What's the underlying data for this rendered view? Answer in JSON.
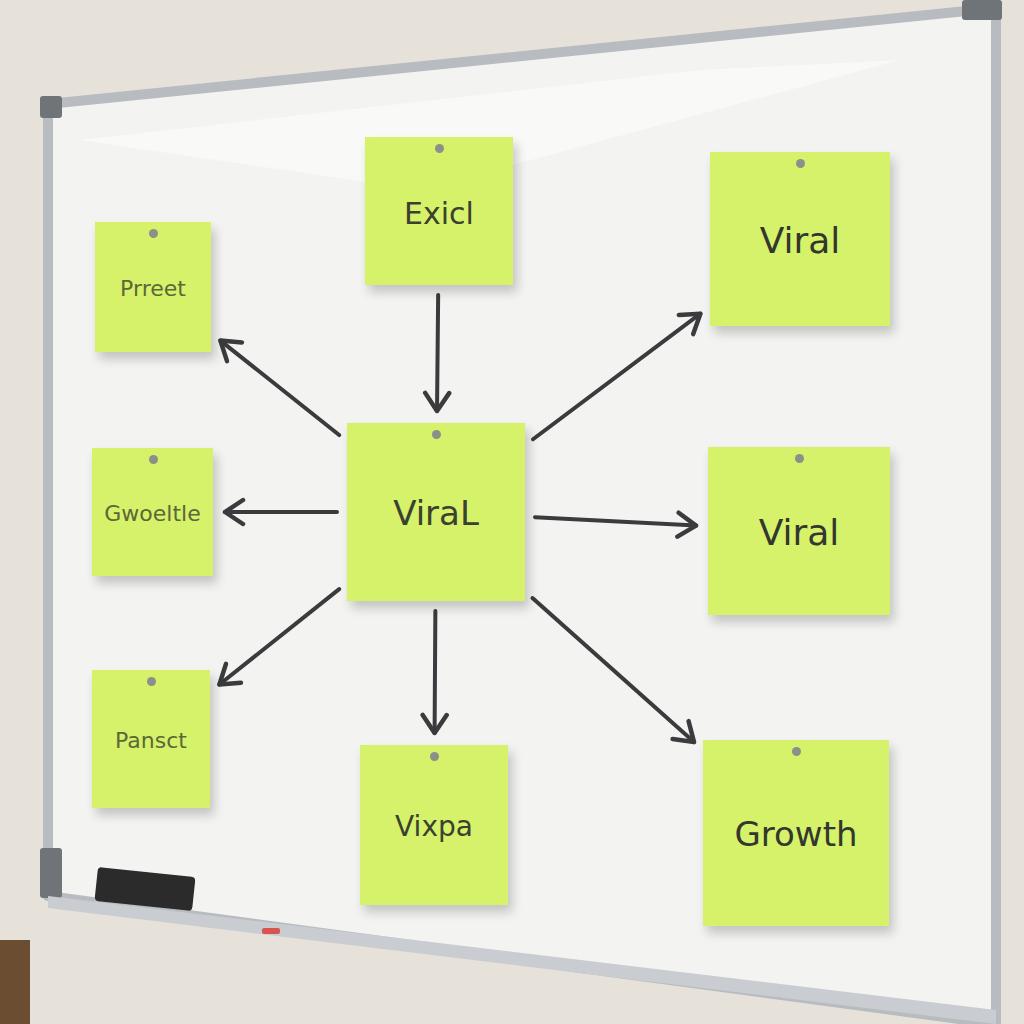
{
  "diagram": {
    "nodes": [
      {
        "text": [
          "Prreet"
        ]
      },
      {
        "text": [
          "Exicl"
        ]
      },
      {
        "text": [
          "Viral"
        ]
      },
      {
        "text": [
          "Gwoeltle"
        ]
      },
      {
        "text": [
          "ViraL"
        ]
      },
      {
        "text": [
          "Viral"
        ]
      },
      {
        "text": [
          "Pansct"
        ]
      },
      {
        "text": [
          "Vixpa"
        ]
      },
      {
        "text": [
          "Growth"
        ]
      }
    ],
    "edges": [
      {
        "from": 4,
        "to": 0,
        "arrow": "to"
      },
      {
        "from": 1,
        "to": 4,
        "arrow": "to"
      },
      {
        "from": 4,
        "to": 2,
        "arrow": "to"
      },
      {
        "from": 4,
        "to": 3,
        "arrow": "to"
      },
      {
        "from": 4,
        "to": 5,
        "arrow": "to"
      },
      {
        "from": 4,
        "to": 6,
        "arrow": "to"
      },
      {
        "from": 4,
        "to": 7,
        "arrow": "to"
      },
      {
        "from": 4,
        "to": 8,
        "arrow": "to"
      }
    ]
  }
}
